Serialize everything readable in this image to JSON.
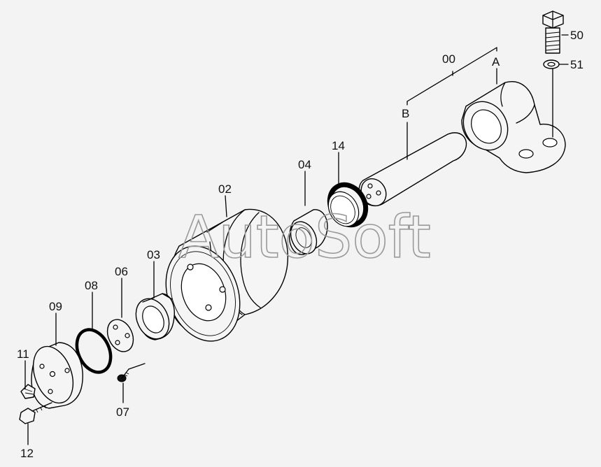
{
  "watermark": "AutoSoft",
  "labels": {
    "l00": "00",
    "lA": "A",
    "lB": "B",
    "l50": "50",
    "l51": "51",
    "l14": "14",
    "l04": "04",
    "l02": "02",
    "l03": "03",
    "l06": "06",
    "l08": "08",
    "l09": "09",
    "l11": "11",
    "l07": "07",
    "l12": "12"
  },
  "colors": {
    "background": "#f3f3f3",
    "ink": "#000000",
    "watermark": "#9a9a9a"
  }
}
